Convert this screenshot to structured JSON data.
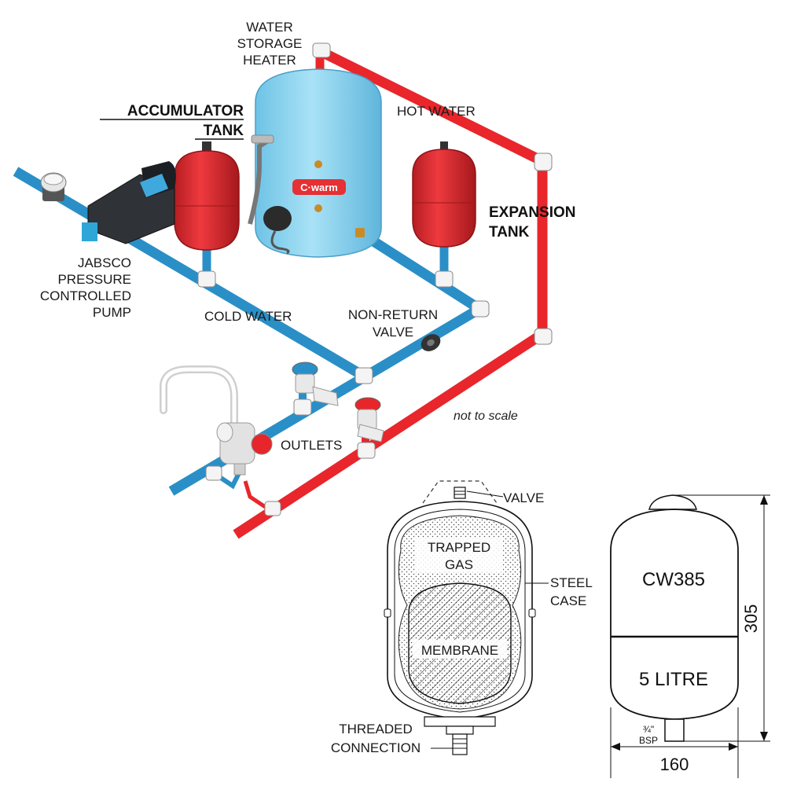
{
  "labels": {
    "water_storage_heater": [
      "WATER",
      "STORAGE",
      "HEATER"
    ],
    "accumulator_tank": [
      "ACCUMULATOR",
      "TANK"
    ],
    "hot_water": "HOT WATER",
    "expansion_tank": [
      "EXPANSION",
      "TANK"
    ],
    "pump": [
      "JABSCO",
      "PRESSURE",
      "CONTROLLED",
      "PUMP"
    ],
    "cold_water": "COLD WATER",
    "non_return_valve": [
      "NON-RETURN",
      "VALVE"
    ],
    "not_to_scale": "not to scale",
    "outlets": "OUTLETS",
    "brand": "C·warm"
  },
  "cutaway": {
    "valve": "VALVE",
    "trapped_gas": [
      "TRAPPED",
      "GAS"
    ],
    "steel_case": [
      "STEEL",
      "CASE"
    ],
    "membrane": "MEMBRANE",
    "threaded_connection": [
      "THREADED",
      "CONNECTION"
    ]
  },
  "dimensions": {
    "model": "CW385",
    "capacity": "5 LITRE",
    "height": "305",
    "width": "160",
    "fitting_fraction": "¾\"",
    "fitting_type": "BSP"
  },
  "colors": {
    "hot_pipe": "#e8262b",
    "cold_pipe": "#2a8fc7",
    "heater_body": "#8fd3ef",
    "tank_red": "#d9262b"
  }
}
